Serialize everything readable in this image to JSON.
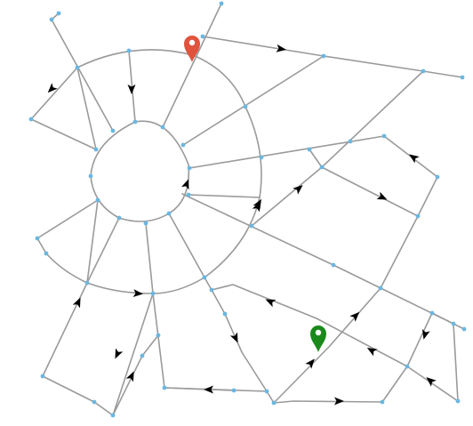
{
  "map": {
    "colors": {
      "background": "#ffffff",
      "road": "#9a9a9a",
      "node": "#6bb7e0",
      "arrow": "#000000",
      "origin_marker": "#e0533c",
      "destination_marker": "#1a8a1a"
    },
    "markers": [
      {
        "name": "origin-marker",
        "icon": "map-pin-icon",
        "color": "#e0533c"
      },
      {
        "name": "destination-marker",
        "icon": "map-pin-icon",
        "color": "#1a8a1a"
      }
    ],
    "one_way_arrows": 22
  }
}
